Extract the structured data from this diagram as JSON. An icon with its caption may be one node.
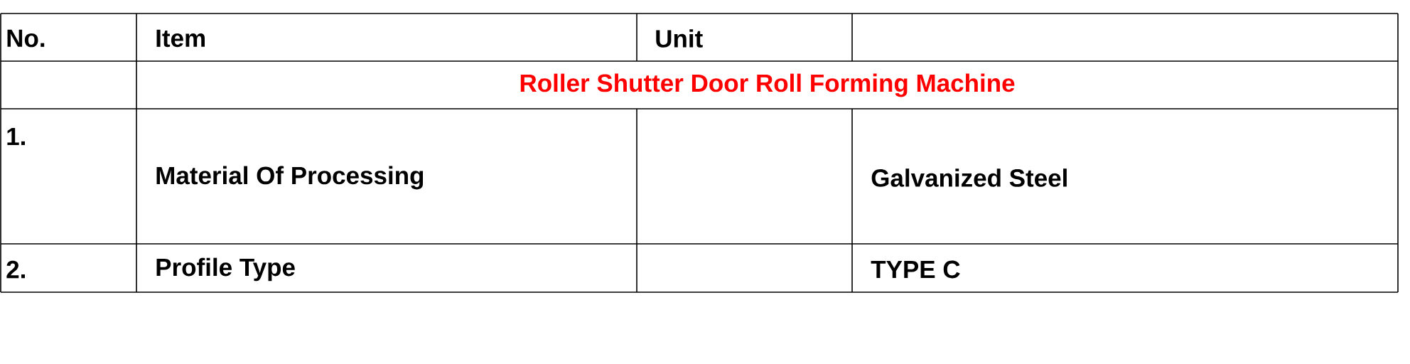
{
  "diagram": {
    "labels": [
      "No.",
      "Item",
      "Unit",
      "Roller Shutter Door Roll Forming Machine",
      "1.",
      "Material Of Processing",
      "Galvanized Steel",
      "2.",
      "Profile Type",
      "TYPE C"
    ]
  }
}
